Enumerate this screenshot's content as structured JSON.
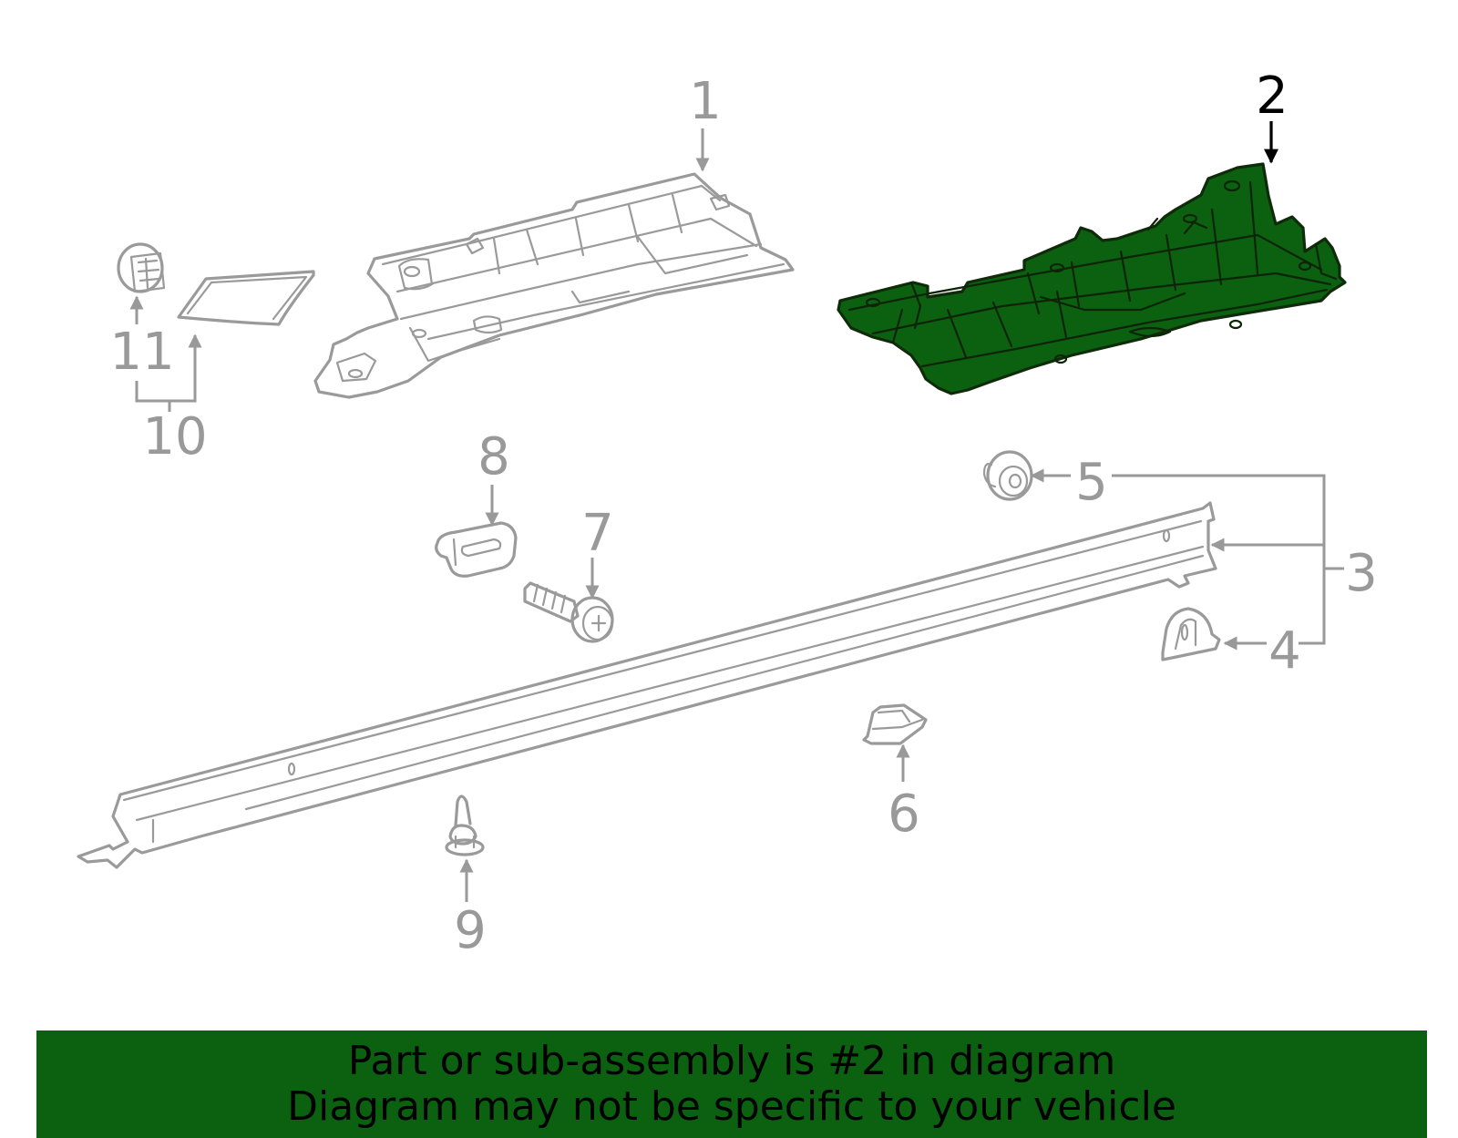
{
  "diagram": {
    "highlighted_part": "2",
    "highlight_color": "#0b6110",
    "line_color": "#999999",
    "callouts": [
      {
        "id": "1",
        "label": "1"
      },
      {
        "id": "2",
        "label": "2"
      },
      {
        "id": "3",
        "label": "3"
      },
      {
        "id": "4",
        "label": "4"
      },
      {
        "id": "5",
        "label": "5"
      },
      {
        "id": "6",
        "label": "6"
      },
      {
        "id": "7",
        "label": "7"
      },
      {
        "id": "8",
        "label": "8"
      },
      {
        "id": "9",
        "label": "9"
      },
      {
        "id": "10",
        "label": "10"
      },
      {
        "id": "11",
        "label": "11"
      }
    ]
  },
  "banner": {
    "background": "#0b6110",
    "line1": "Part or sub-assembly is #2 in diagram",
    "line2": "Diagram may not be specific to your vehicle"
  }
}
